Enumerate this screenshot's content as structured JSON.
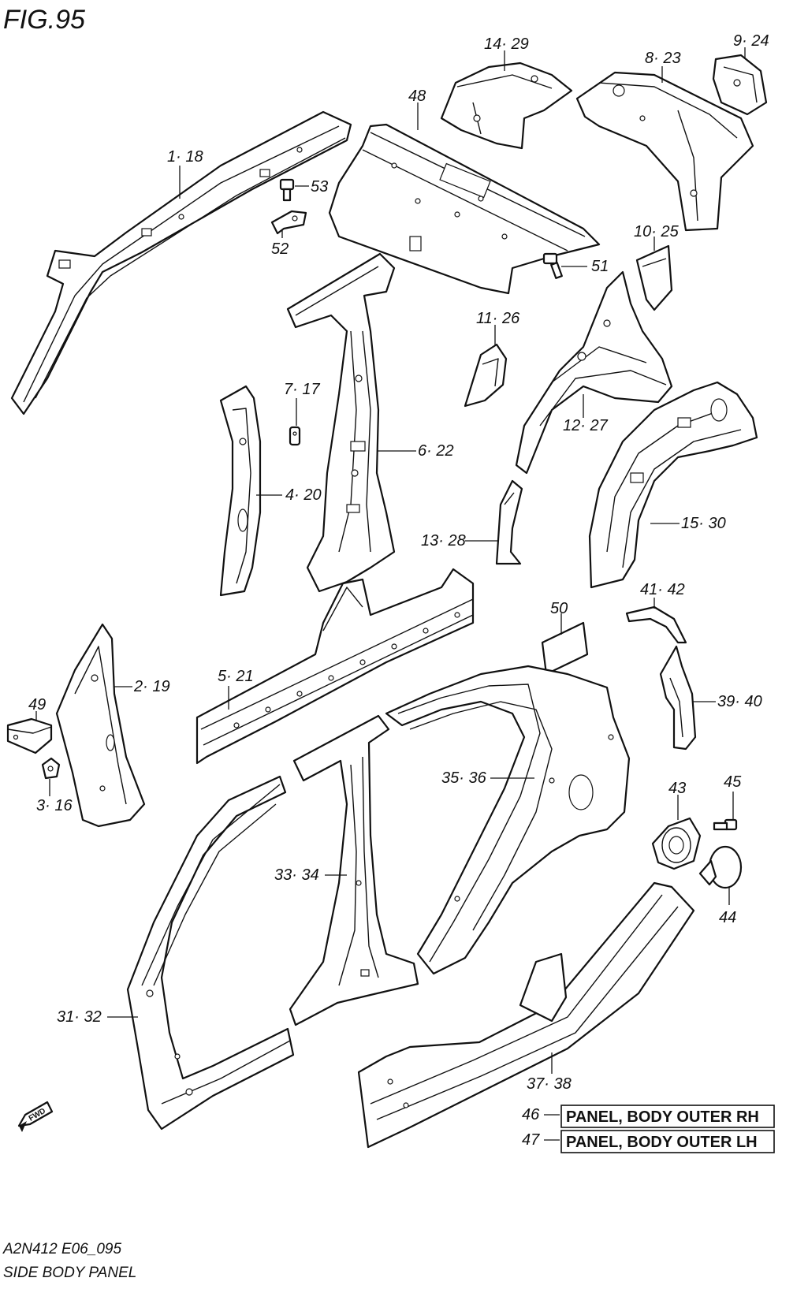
{
  "figure": {
    "title": "FIG.95",
    "code": "A2N412 E06_095",
    "name": "SIDE BODY PANEL"
  },
  "direction_badge": "FWD",
  "callouts": {
    "c1_18": "1· 18",
    "c14_29": "14· 29",
    "c48": "48",
    "c8_23": "8· 23",
    "c9_24": "9· 24",
    "c53": "53",
    "c52": "52",
    "c10_25": "10· 25",
    "c51": "51",
    "c11_26": "11· 26",
    "c7_17": "7· 17",
    "c6_22": "6· 22",
    "c12_27": "12· 27",
    "c4_20": "4· 20",
    "c15_30": "15· 30",
    "c13_28": "13· 28",
    "c41_42": "41· 42",
    "c50": "50",
    "c5_21": "5· 21",
    "c2_19": "2· 19",
    "c39_40": "39· 40",
    "c49": "49",
    "c35_36": "35· 36",
    "c3_16": "3· 16",
    "c43": "43",
    "c45": "45",
    "c33_34": "33· 34",
    "c44": "44",
    "c31_32": "31· 32",
    "c37_38": "37· 38"
  },
  "legend": [
    {
      "number": "46",
      "label": "PANEL, BODY OUTER RH"
    },
    {
      "number": "47",
      "label": "PANEL, BODY OUTER LH"
    }
  ]
}
